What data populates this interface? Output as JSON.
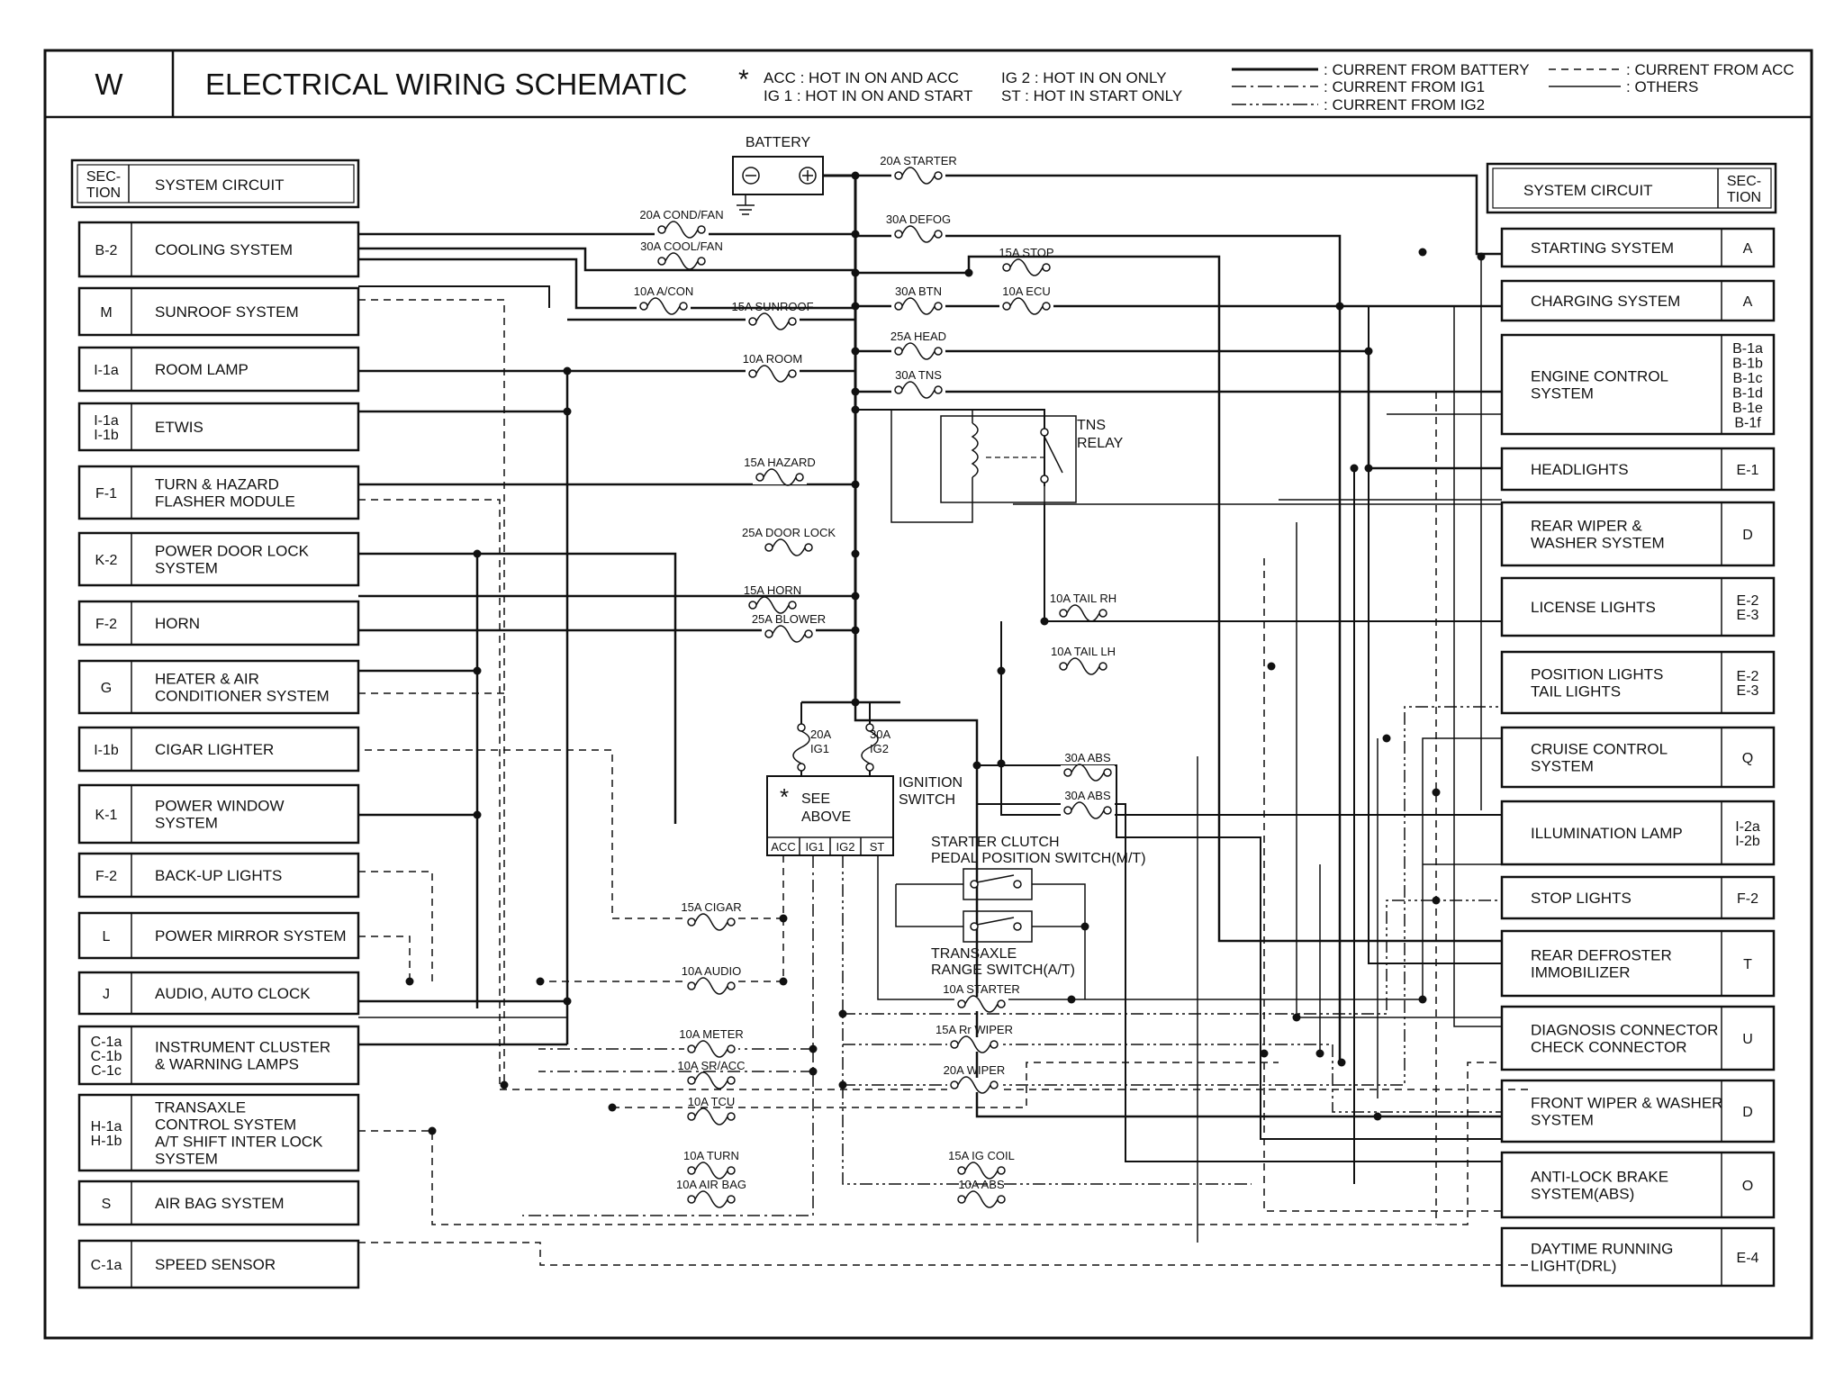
{
  "header": {
    "section_letter": "W",
    "title": "ELECTRICAL WIRING SCHEMATIC",
    "note_star": "*",
    "notes_left": [
      "ACC : HOT IN ON AND ACC",
      "IG 1 : HOT IN ON AND START"
    ],
    "notes_right": [
      "IG 2 : HOT IN ON ONLY",
      "ST : HOT IN START ONLY"
    ],
    "legend": [
      {
        "label": ": CURRENT FROM BATTERY",
        "style": "solid-thick"
      },
      {
        "label": ": CURRENT FROM IG1",
        "style": "dash-dot"
      },
      {
        "label": ": CURRENT FROM IG2",
        "style": "dash-dot-dot"
      },
      {
        "label": ": CURRENT FROM ACC",
        "style": "dashed"
      },
      {
        "label": ": OTHERS",
        "style": "solid-thin"
      }
    ]
  },
  "left_header": {
    "section": "SEC-TION",
    "section_line1": "SEC-",
    "section_line2": "TION",
    "circuit": "SYSTEM CIRCUIT"
  },
  "right_header": {
    "section_line1": "SEC-",
    "section_line2": "TION",
    "circuit": "SYSTEM CIRCUIT"
  },
  "left_systems": [
    {
      "section": [
        "B-2"
      ],
      "name": [
        "COOLING SYSTEM"
      ]
    },
    {
      "section": [
        "M"
      ],
      "name": [
        "SUNROOF SYSTEM"
      ]
    },
    {
      "section": [
        "I-1a"
      ],
      "name": [
        "ROOM LAMP"
      ]
    },
    {
      "section": [
        "I-1a",
        "I-1b"
      ],
      "name": [
        "ETWIS"
      ]
    },
    {
      "section": [
        "F-1"
      ],
      "name": [
        "TURN & HAZARD",
        "FLASHER MODULE"
      ]
    },
    {
      "section": [
        "K-2"
      ],
      "name": [
        "POWER DOOR LOCK",
        "SYSTEM"
      ]
    },
    {
      "section": [
        "F-2"
      ],
      "name": [
        "HORN"
      ]
    },
    {
      "section": [
        "G"
      ],
      "name": [
        "HEATER & AIR",
        "CONDITIONER SYSTEM"
      ]
    },
    {
      "section": [
        "I-1b"
      ],
      "name": [
        "CIGAR LIGHTER"
      ]
    },
    {
      "section": [
        "K-1"
      ],
      "name": [
        "POWER WINDOW",
        "SYSTEM"
      ]
    },
    {
      "section": [
        "F-2"
      ],
      "name": [
        "BACK-UP LIGHTS"
      ]
    },
    {
      "section": [
        "L"
      ],
      "name": [
        "POWER MIRROR SYSTEM"
      ]
    },
    {
      "section": [
        "J"
      ],
      "name": [
        "AUDIO, AUTO CLOCK"
      ]
    },
    {
      "section": [
        "C-1a",
        "C-1b",
        "C-1c"
      ],
      "name": [
        "INSTRUMENT CLUSTER",
        "& WARNING LAMPS"
      ]
    },
    {
      "section": [
        "H-1a",
        "H-1b"
      ],
      "name": [
        "TRANSAXLE",
        "CONTROL SYSTEM",
        "A/T SHIFT INTER LOCK",
        "SYSTEM"
      ]
    },
    {
      "section": [
        "S"
      ],
      "name": [
        "AIR BAG SYSTEM"
      ]
    },
    {
      "section": [
        "C-1a"
      ],
      "name": [
        "SPEED SENSOR"
      ]
    }
  ],
  "right_systems": [
    {
      "section": [
        "A"
      ],
      "name": [
        "STARTING SYSTEM"
      ]
    },
    {
      "section": [
        "A"
      ],
      "name": [
        "CHARGING SYSTEM"
      ]
    },
    {
      "section": [
        "B-1a",
        "B-1b",
        "B-1c",
        "B-1d",
        "B-1e",
        "B-1f"
      ],
      "name": [
        "ENGINE CONTROL",
        "SYSTEM"
      ]
    },
    {
      "section": [
        "E-1"
      ],
      "name": [
        "HEADLIGHTS"
      ]
    },
    {
      "section": [
        "D"
      ],
      "name": [
        "REAR WIPER &",
        "WASHER SYSTEM"
      ]
    },
    {
      "section": [
        "E-2",
        "E-3"
      ],
      "name": [
        "LICENSE LIGHTS"
      ]
    },
    {
      "section": [
        "E-2",
        "E-3"
      ],
      "name": [
        "POSITION LIGHTS",
        "TAIL LIGHTS"
      ]
    },
    {
      "section": [
        "Q"
      ],
      "name": [
        "CRUISE CONTROL",
        "SYSTEM"
      ]
    },
    {
      "section": [
        "I-2a",
        "I-2b"
      ],
      "name": [
        "ILLUMINATION LAMP"
      ]
    },
    {
      "section": [
        "F-2"
      ],
      "name": [
        "STOP LIGHTS"
      ]
    },
    {
      "section": [
        "T"
      ],
      "name": [
        "REAR DEFROSTER",
        "IMMOBILIZER"
      ]
    },
    {
      "section": [
        "U"
      ],
      "name": [
        "DIAGNOSIS CONNECTOR",
        "CHECK CONNECTOR"
      ]
    },
    {
      "section": [
        "D"
      ],
      "name": [
        "FRONT WIPER & WASHER",
        "SYSTEM"
      ]
    },
    {
      "section": [
        "O"
      ],
      "name": [
        "ANTI-LOCK BRAKE",
        "SYSTEM(ABS)"
      ]
    },
    {
      "section": [
        "E-4"
      ],
      "name": [
        "DAYTIME RUNNING",
        "LIGHT(DRL)"
      ]
    }
  ],
  "battery": {
    "label": "BATTERY",
    "minus": "⊖",
    "plus": "⊕"
  },
  "fuses": [
    "20A STARTER",
    "20A COND/FAN",
    "30A DEFOG",
    "30A COOL/FAN",
    "15A STOP",
    "10A A/CON",
    "30A BTN",
    "10A ECU",
    "15A SUNROOF",
    "25A HEAD",
    "10A ROOM",
    "30A TNS",
    "15A HAZARD",
    "25A DOOR LOCK",
    "15A HORN",
    "25A BLOWER",
    "10A TAIL RH",
    "10A TAIL LH",
    "30A ABS",
    "30A ABS",
    "15A CIGAR",
    "10A AUDIO",
    "10A STARTER",
    "10A METER",
    "15A Rr WIPER",
    "10A SR/ACC",
    "20A WIPER",
    "10A TCU",
    "10A TURN",
    "15A IG COIL",
    "10A AIR BAG",
    "10A ABS"
  ],
  "ig_fuses": [
    {
      "amp": "20A",
      "name": "IG1"
    },
    {
      "amp": "30A",
      "name": "IG2"
    }
  ],
  "ignition": {
    "star": "*",
    "see": "SEE",
    "above": "ABOVE",
    "label_line1": "IGNITION",
    "label_line2": "SWITCH",
    "terminals": [
      "ACC",
      "IG1",
      "IG2",
      "ST"
    ]
  },
  "tns_relay": {
    "line1": "TNS",
    "line2": "RELAY"
  },
  "clutch_switch": {
    "line1": "STARTER CLUTCH",
    "line2": "PEDAL POSITION SWITCH(M/T)"
  },
  "range_switch": {
    "line1": "TRANSAXLE",
    "line2": "RANGE SWITCH(A/T)"
  }
}
